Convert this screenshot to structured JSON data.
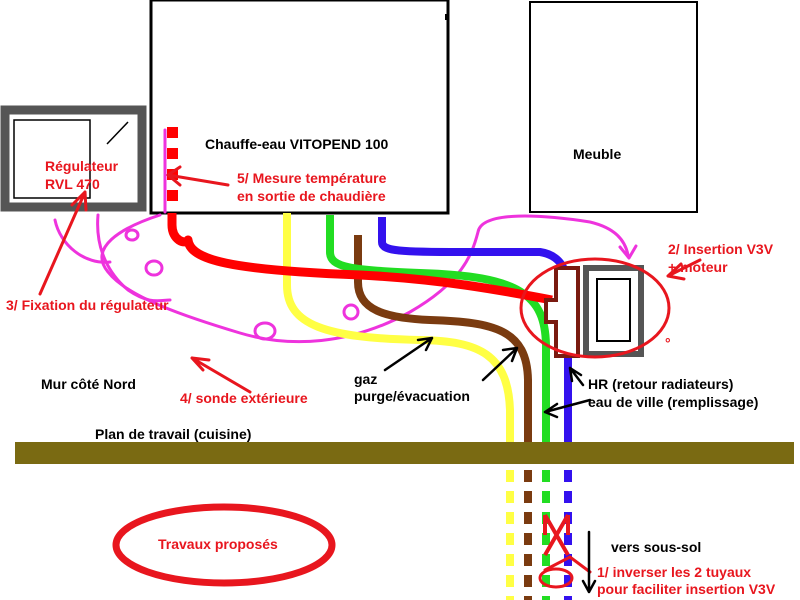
{
  "labels": {
    "boiler": "Chauffe-eau VITOPEND 100",
    "furniture": "Meuble",
    "regulator_line1": "Régulateur",
    "regulator_line2": "RVL 470",
    "temp_line1": "5/ Mesure température",
    "temp_line2": "en sortie de chaudière",
    "v3v_line1": "2/ Insertion V3V",
    "v3v_line2": "+ moteur",
    "fixation": "3/ Fixation du régulateur",
    "north_wall": "Mur côté Nord",
    "sensor": "4/ sonde extérieure",
    "gas": "gaz",
    "drain": "purge/évacuation",
    "return": "HR (retour radiateurs)",
    "city_water": "eau de ville (remplissage)",
    "worktop": "Plan de travail (cuisine)",
    "proposed": "Travaux proposés",
    "basement": "vers sous-sol",
    "invert_line1": "1/ inverser les 2 tuyaux",
    "invert_line2": "pour faciliter insertion V3V",
    "small_mark": "°"
  },
  "colors": {
    "annotation_red": "#e8161e",
    "magenta_wire": "#ee33dd",
    "worktop": "#7a6a12",
    "pipe_gas": "#ffff44",
    "pipe_drain": "#7a3b10",
    "pipe_city_water": "#22dd22",
    "pipe_return": "#3311ee",
    "pipe_heating_out": "#ff0000",
    "outline": "#000000",
    "regulator_frame": "#555555"
  }
}
